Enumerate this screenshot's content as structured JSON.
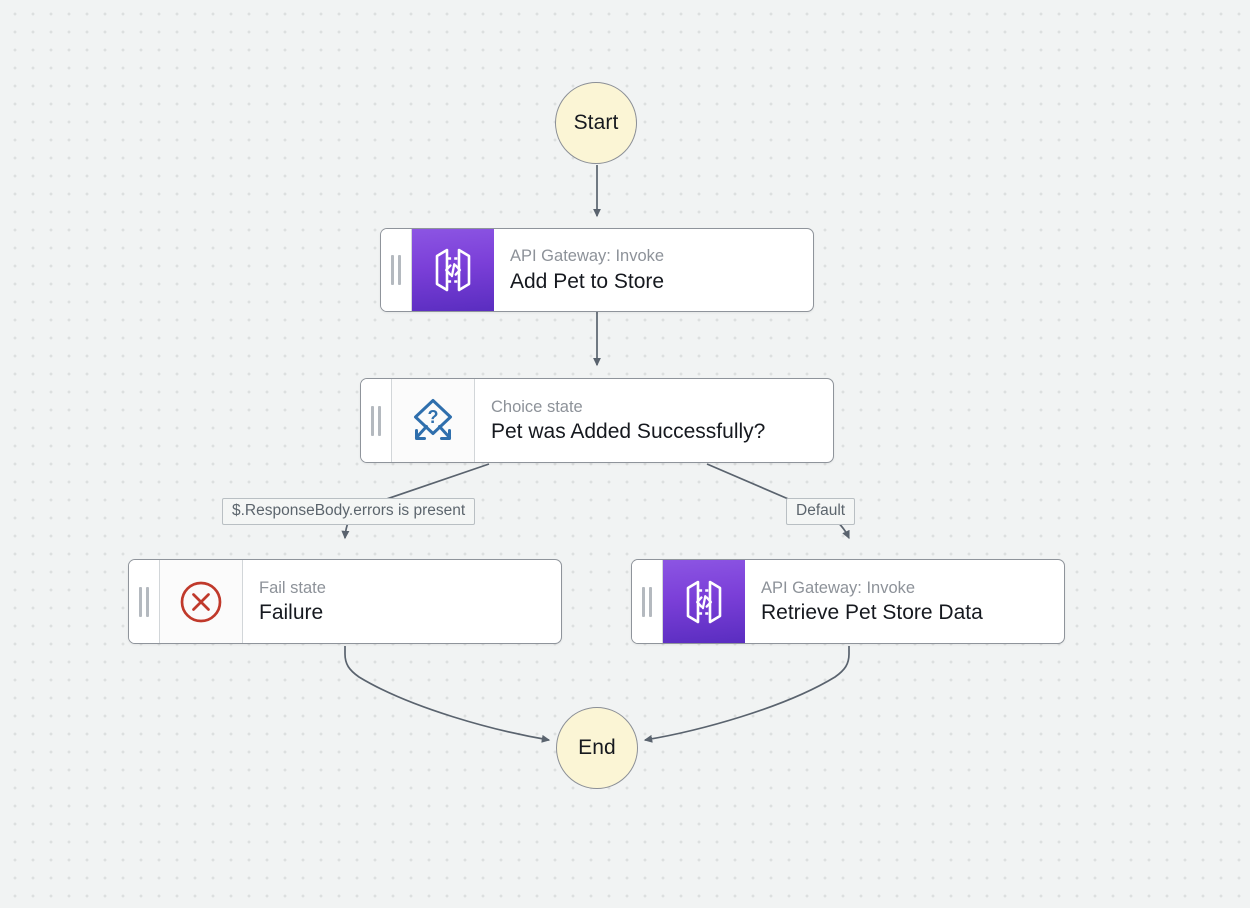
{
  "canvas": {
    "background_color": "#f1f3f3",
    "dot_color": "#dcdfdf",
    "edge_color": "#5a636e"
  },
  "workflow": {
    "start": {
      "label": "Start"
    },
    "end": {
      "label": "End"
    },
    "states": [
      {
        "id": "add-pet-to-store",
        "type_label": "API Gateway: Invoke",
        "title": "Add Pet to Store",
        "icon": "api-gateway-icon",
        "icon_style": "purple",
        "accent_color": "#7b3fd8"
      },
      {
        "id": "pet-was-added-successfully",
        "type_label": "Choice state",
        "title": "Pet was Added Successfully?",
        "icon": "choice-diamond-icon",
        "icon_style": "plain",
        "accent_color": "#2f6fad"
      },
      {
        "id": "failure",
        "type_label": "Fail state",
        "title": "Failure",
        "icon": "fail-circle-x-icon",
        "icon_style": "plain",
        "accent_color": "#c0392b"
      },
      {
        "id": "retrieve-pet-store-data",
        "type_label": "API Gateway: Invoke",
        "title": "Retrieve Pet Store Data",
        "icon": "api-gateway-icon",
        "icon_style": "purple",
        "accent_color": "#7b3fd8"
      }
    ],
    "edge_labels": [
      {
        "id": "errors-present",
        "text": "$.ResponseBody.errors is present"
      },
      {
        "id": "default",
        "text": "Default"
      }
    ]
  }
}
